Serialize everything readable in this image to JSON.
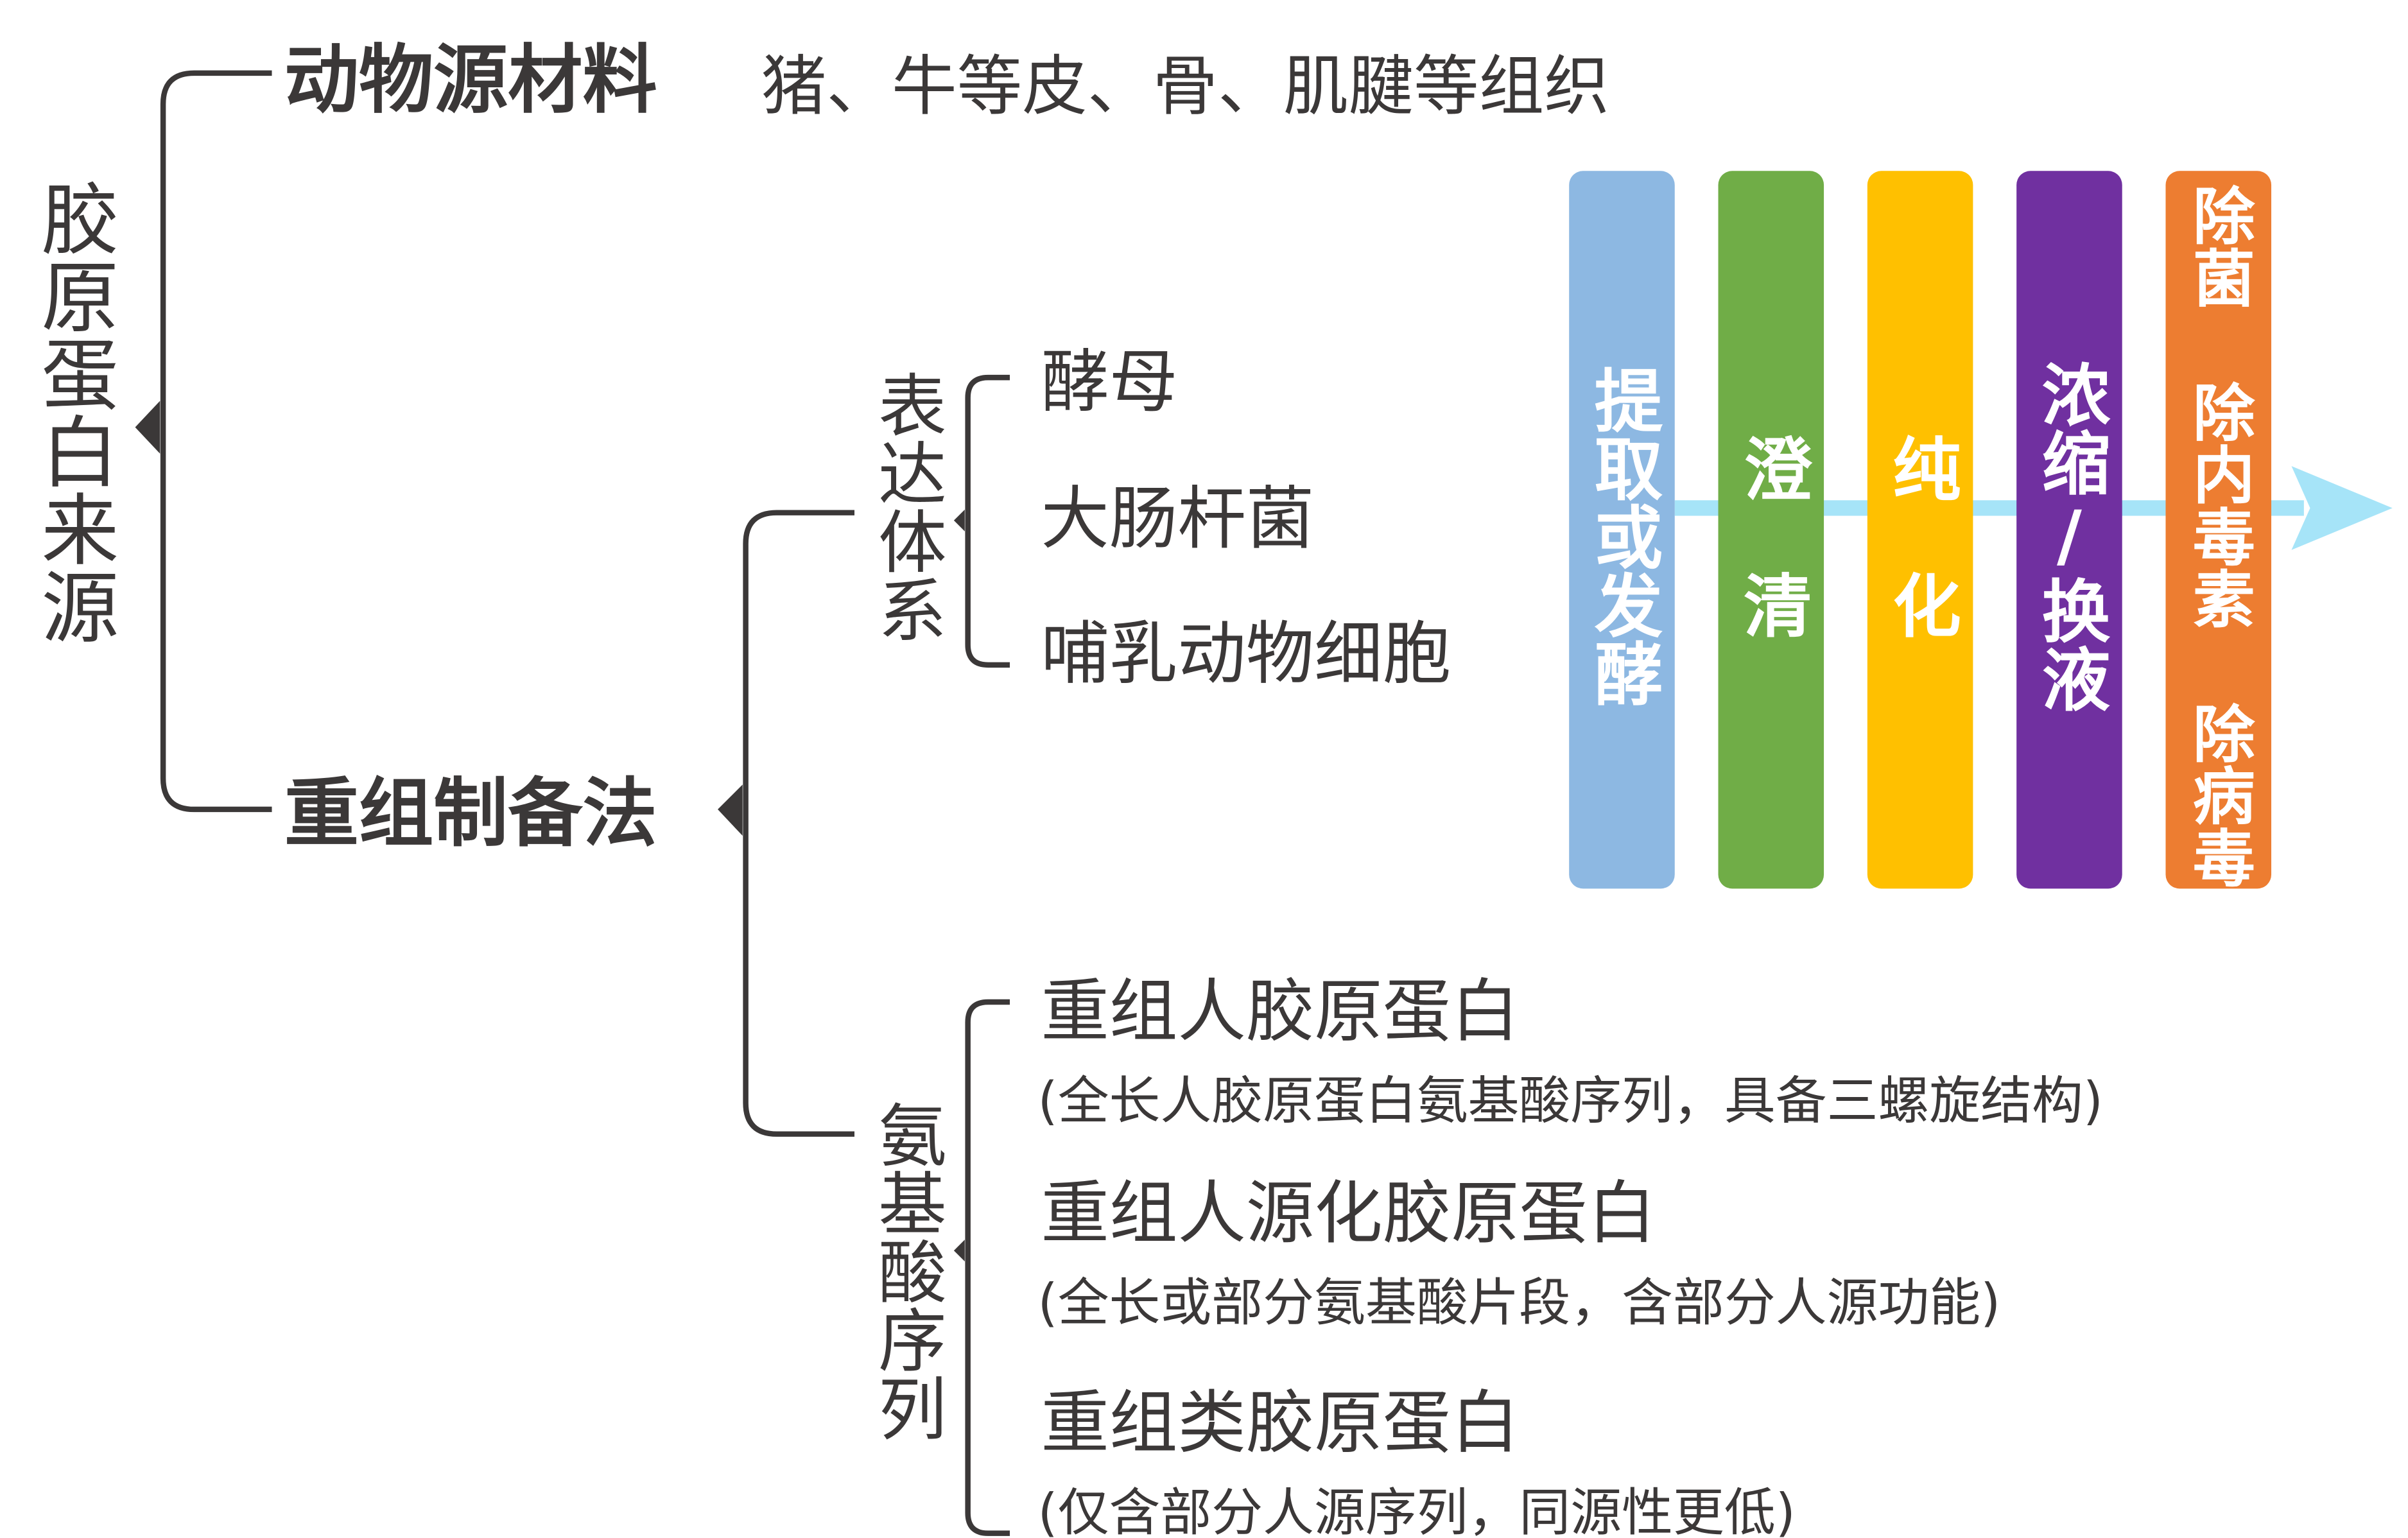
{
  "root": {
    "label": "胶原蛋白来源"
  },
  "animal": {
    "title": "动物源材料",
    "desc": "猪、牛等皮、骨、肌腱等组织"
  },
  "recombinant": {
    "title": "重组制备法",
    "expression": {
      "label": "表达体系",
      "items": [
        "酵母",
        "大肠杆菌",
        "哺乳动物细胞"
      ]
    },
    "sequence": {
      "label": "氨基酸序列",
      "items": [
        {
          "name": "重组人胶原蛋白",
          "note": "(全长人胶原蛋白氨基酸序列，具备三螺旋结构)"
        },
        {
          "name": "重组人源化胶原蛋白",
          "note": "(全长或部分氨基酸片段，含部分人源功能)"
        },
        {
          "name": "重组类胶原蛋白",
          "note": "(仅含部分人源序列，同源性更低)"
        }
      ]
    }
  },
  "process": {
    "steps": [
      {
        "label": "提取或发酵",
        "color": "#8DB8E2"
      },
      {
        "label": "澄　清",
        "color": "#70AD47"
      },
      {
        "label": "纯　化",
        "color": "#FFC000"
      },
      {
        "label": "浓缩/换液",
        "color": "#7030A0"
      },
      {
        "label": "除菌 除内毒素 除病毒",
        "color": "#ED7D31"
      }
    ],
    "arrow_color": "#A6E4F8"
  }
}
